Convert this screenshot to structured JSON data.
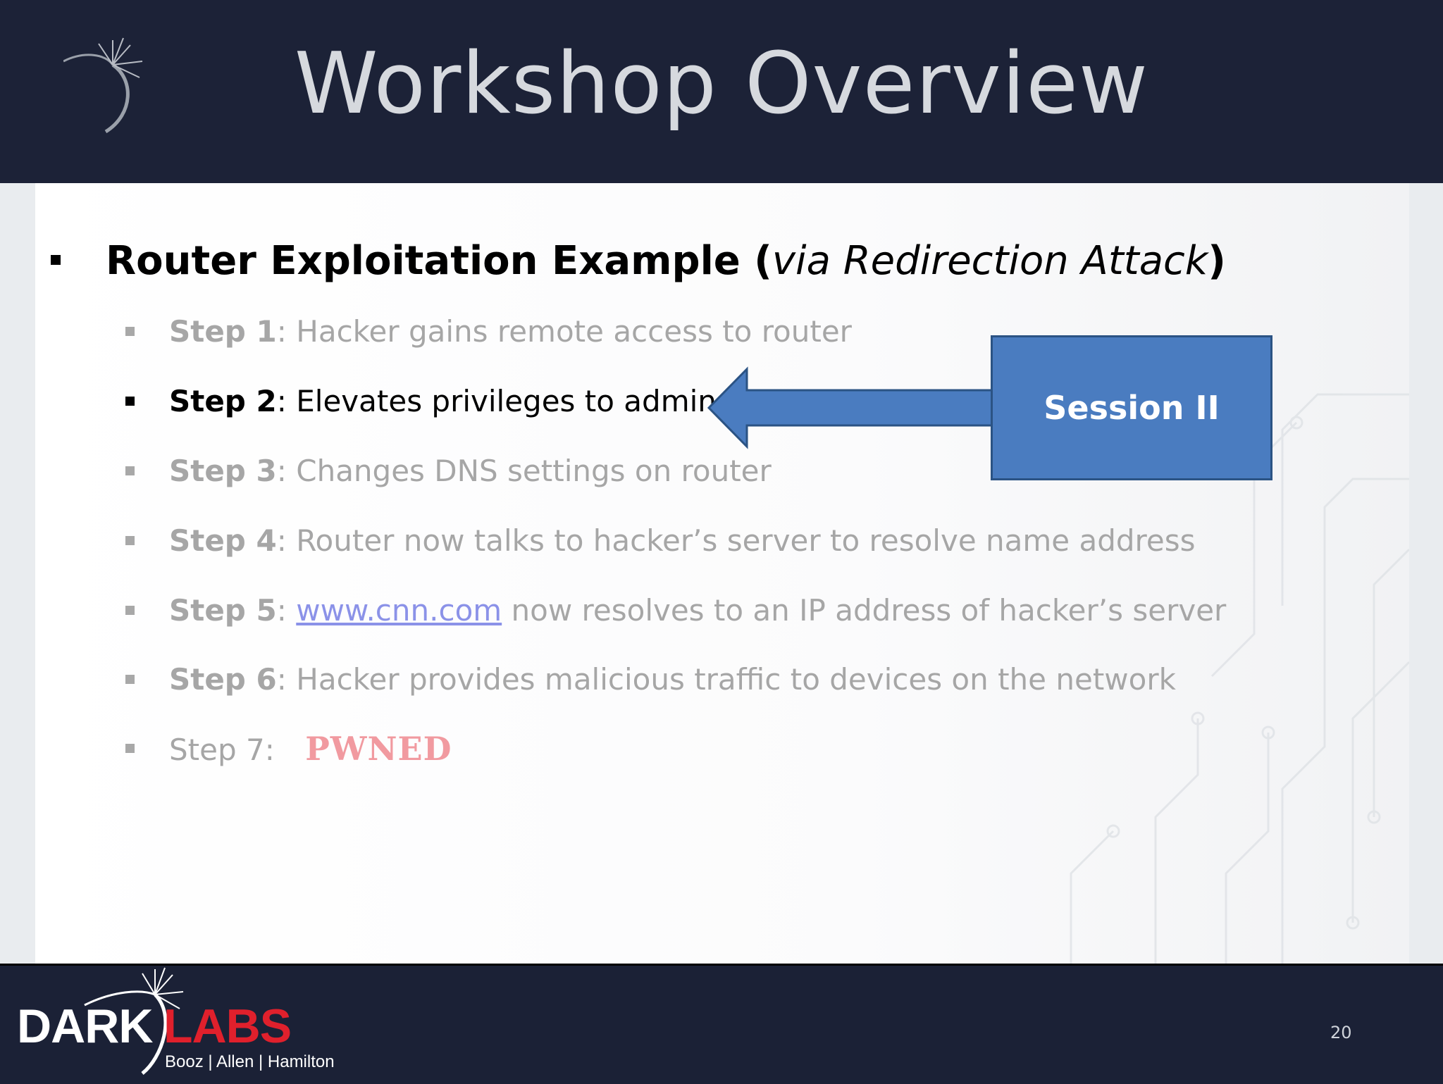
{
  "slide": {
    "title": "Workshop Overview",
    "page_number": "20"
  },
  "main": {
    "heading_bold": "Router Exploitation Example",
    "heading_open": " (",
    "heading_italic": "via Redirection Attack",
    "heading_close": ")"
  },
  "steps": [
    {
      "label": "Step 1",
      "sep": ": ",
      "text": "Hacker gains remote access to router"
    },
    {
      "label": "Step 2",
      "sep": ": ",
      "text": "Elevates privileges to admin"
    },
    {
      "label": "Step 3",
      "sep": ": ",
      "text": "Changes DNS  settings on router"
    },
    {
      "label": "Step 4",
      "sep": ":  ",
      "text": "Router now talks to hacker’s server to resolve  name address"
    },
    {
      "label": "Step 5",
      "sep": ":  ",
      "link": "www.cnn.com",
      "text": " now resolves to an IP address of hacker’s server"
    },
    {
      "label": "Step 6",
      "sep": ":  ",
      "text": "Hacker provides malicious traffic to devices on the network"
    },
    {
      "label": "Step 7",
      "sep": ": ",
      "stamp": "PWNED"
    }
  ],
  "callout": {
    "label": "Session II",
    "fill_color": "#4a7cc0",
    "border_color": "#2b5384"
  },
  "footer": {
    "logo_word1": "DARK",
    "logo_word2": "LABS",
    "logo_sub": "Booz | Allen | Hamilton"
  },
  "colors": {
    "header_bg": "#1c2237",
    "active_text": "#000000",
    "inactive_text": "#a6a6a6",
    "stamp": "#f19aa0",
    "logo_red": "#e0202c"
  },
  "active_step": "Step 2"
}
